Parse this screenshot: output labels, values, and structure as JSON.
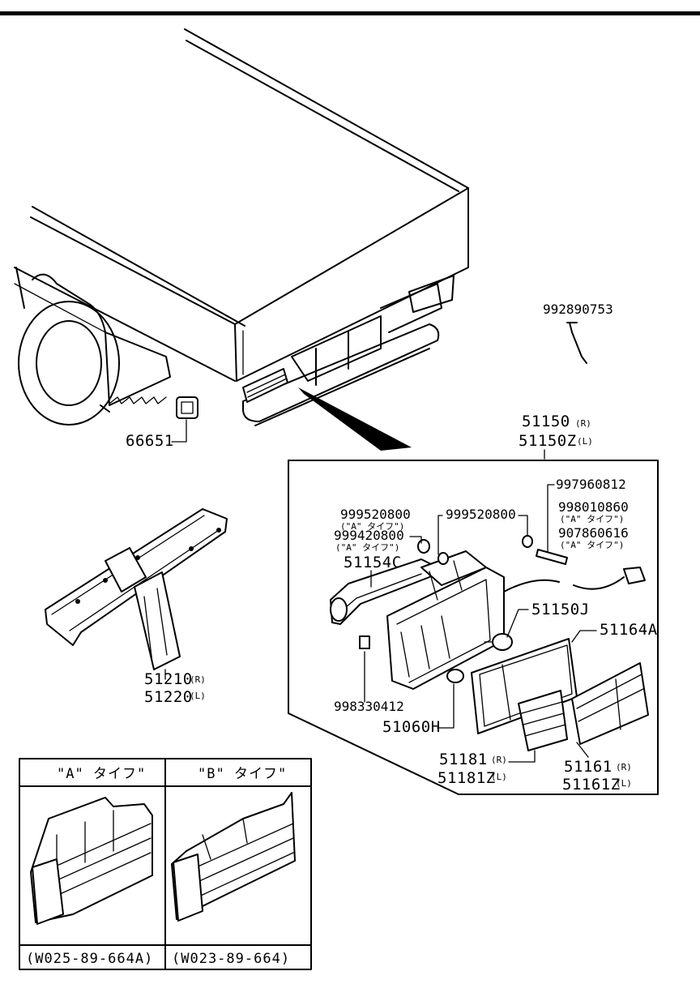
{
  "parts": {
    "p66651": "66651",
    "p992890753": "992890753",
    "p51150_no": "51150",
    "p51150_side": "(R)",
    "p51150z_no": "51150Z",
    "p51150z_side": "(L)",
    "p997960812": "997960812",
    "p998010860": "998010860",
    "p998010860_note": "(\"A\" タイフ\")",
    "p907860616": "907860616",
    "p907860616_note": "(\"A\" タイフ\")",
    "p999520800_a": "999520800",
    "p999520800_a_note": "(\"A\" タイフ\")",
    "p999520800_b": "999520800",
    "p999420800": "999420800",
    "p999420800_note": "(\"A\" タイフ\")",
    "p51154c": "51154C",
    "p51150j": "51150J",
    "p51164a": "51164A",
    "p998330412": "998330412",
    "p51060h": "51060H",
    "p51181_no": "51181",
    "p51181_side": "(R)",
    "p51181z_no": "51181Z",
    "p51181z_side": "(L)",
    "p51161_no": "51161",
    "p51161_side": "(R)",
    "p51161z_no": "51161Z",
    "p51161z_side": "(L)",
    "p51210_no": "51210",
    "p51210_side": "(R)",
    "p51220_no": "51220",
    "p51220_side": "(L)"
  },
  "variants": {
    "a_title": "\"A\"  タイフ\"",
    "b_title": "\"B\"  タイフ\"",
    "a_code": "(W025-89-664A)",
    "b_code": "(W023-89-664)"
  }
}
